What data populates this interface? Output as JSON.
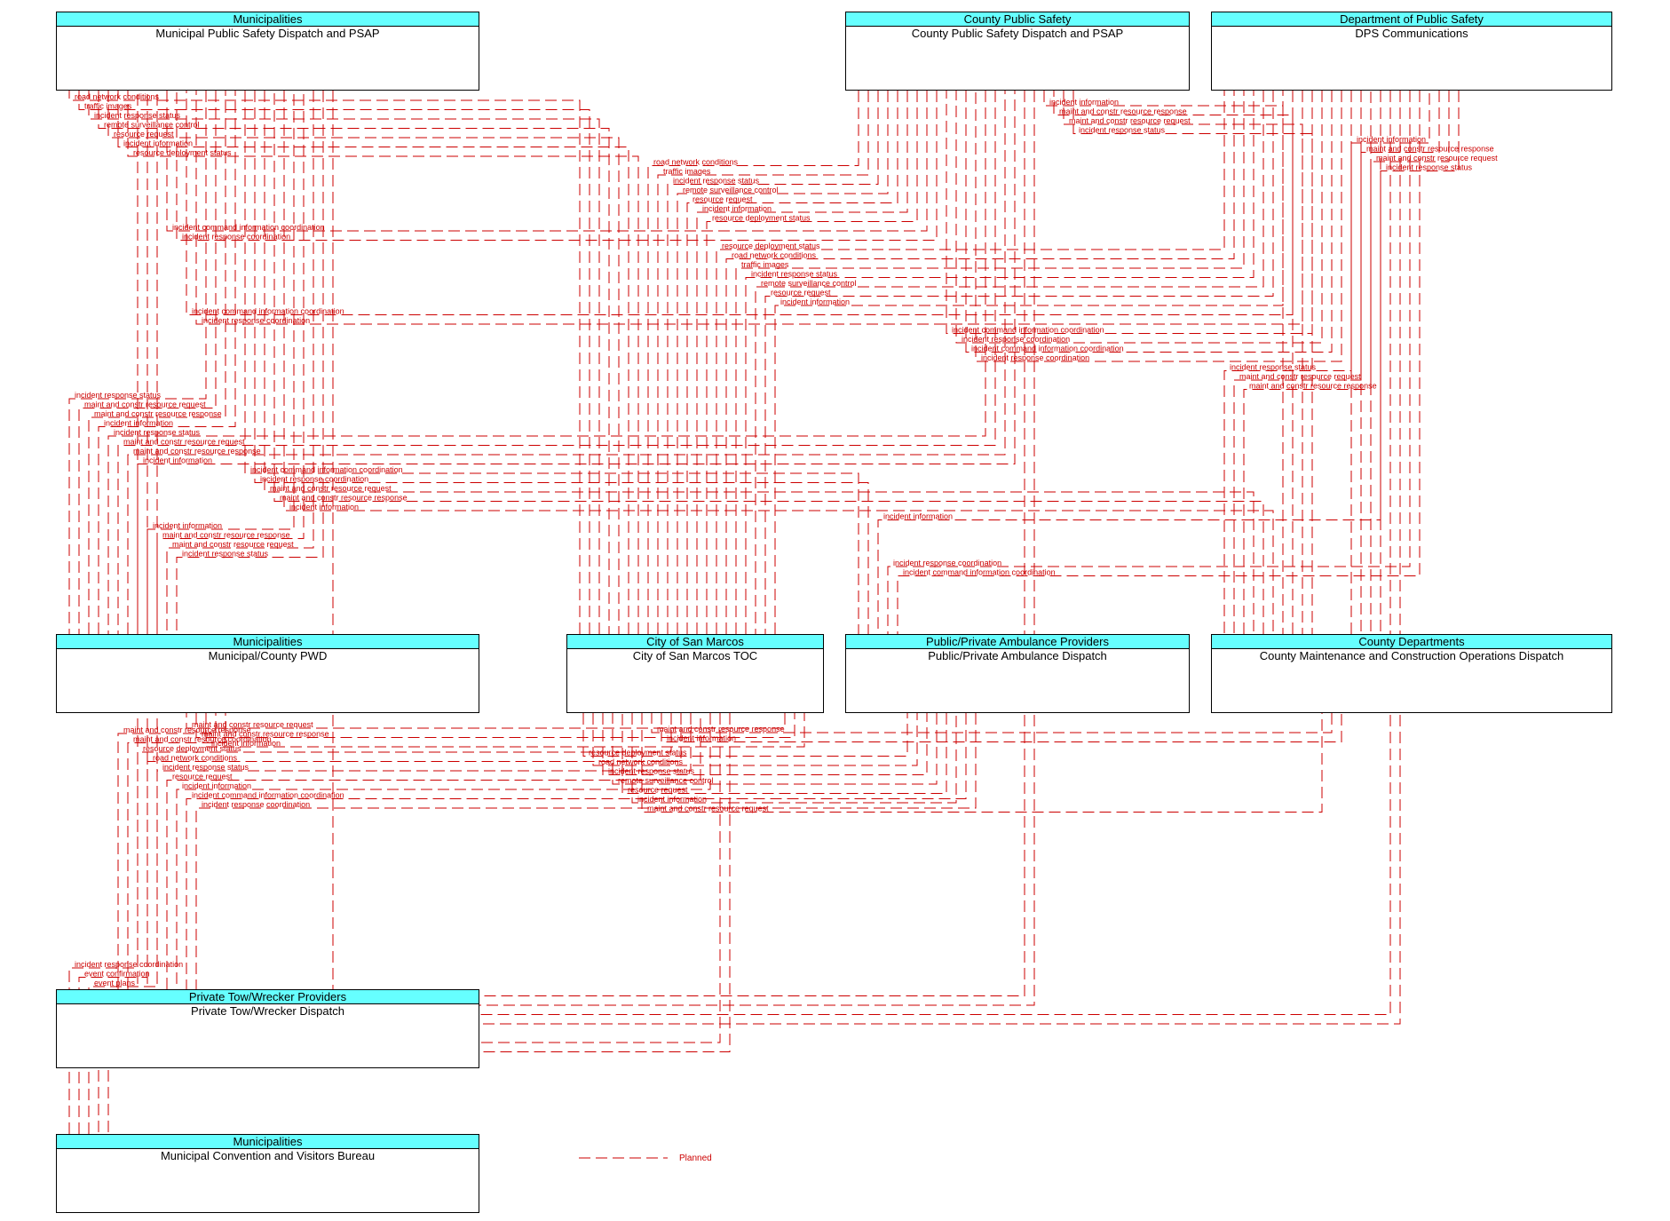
{
  "elements": [
    {
      "id": "psap_muni",
      "owner": "Municipalities",
      "name": "Municipal Public Safety Dispatch and PSAP"
    },
    {
      "id": "psap_county",
      "owner": "County Public Safety",
      "name": "County Public Safety Dispatch and PSAP"
    },
    {
      "id": "dps",
      "owner": "Department of Public Safety",
      "name": "DPS Communications"
    },
    {
      "id": "pwd",
      "owner": "Municipalities",
      "name": "Municipal/County PWD"
    },
    {
      "id": "toc",
      "owner": "City of San Marcos",
      "name": "City of San Marcos TOC"
    },
    {
      "id": "ambulance",
      "owner": "Public/Private Ambulance Providers",
      "name": "Public/Private Ambulance Dispatch"
    },
    {
      "id": "county_maint",
      "owner": "County Departments",
      "name": "County Maintenance and Construction Operations Dispatch"
    },
    {
      "id": "tow",
      "owner": "Private Tow/Wrecker Providers",
      "name": "Private Tow/Wrecker Dispatch"
    },
    {
      "id": "cvb",
      "owner": "Municipalities",
      "name": "Municipal Convention and Visitors Bureau"
    }
  ],
  "flows": [
    {
      "from": "toc",
      "to": "psap_muni",
      "label": "road network conditions"
    },
    {
      "from": "toc",
      "to": "psap_muni",
      "label": "traffic images"
    },
    {
      "from": "toc",
      "to": "psap_muni",
      "label": "incident response status"
    },
    {
      "from": "psap_muni",
      "to": "toc",
      "label": "remote surveillance control"
    },
    {
      "from": "psap_muni",
      "to": "toc",
      "label": "resource request"
    },
    {
      "from": "toc",
      "to": "psap_muni",
      "label": "incident information"
    },
    {
      "from": "toc",
      "to": "psap_muni",
      "label": "resource deployment status"
    },
    {
      "from": "cvb",
      "to": "psap_muni",
      "label": "incident response coordination"
    },
    {
      "from": "cvb",
      "to": "psap_muni",
      "label": "event confirmation"
    },
    {
      "from": "cvb",
      "to": "psap_muni",
      "label": "event plans"
    },
    {
      "from": "toc",
      "to": "psap_county",
      "label": "road network conditions"
    },
    {
      "from": "toc",
      "to": "psap_county",
      "label": "traffic images"
    },
    {
      "from": "toc",
      "to": "psap_county",
      "label": "incident response status"
    },
    {
      "from": "psap_county",
      "to": "toc",
      "label": "remote surveillance control"
    },
    {
      "from": "psap_county",
      "to": "toc",
      "label": "resource request"
    },
    {
      "from": "toc",
      "to": "psap_county",
      "label": "incident information"
    },
    {
      "from": "toc",
      "to": "psap_county",
      "label": "resource deployment status"
    },
    {
      "from": "psap_county",
      "to": "psap_muni",
      "label": "incident command information coordination"
    },
    {
      "from": "psap_county",
      "to": "psap_muni",
      "label": "incident response coordination"
    },
    {
      "from": "toc",
      "to": "dps",
      "label": "resource deployment status"
    },
    {
      "from": "toc",
      "to": "dps",
      "label": "road network conditions"
    },
    {
      "from": "toc",
      "to": "dps",
      "label": "traffic images"
    },
    {
      "from": "toc",
      "to": "dps",
      "label": "incident response status"
    },
    {
      "from": "dps",
      "to": "toc",
      "label": "remote surveillance control"
    },
    {
      "from": "dps",
      "to": "toc",
      "label": "resource request"
    },
    {
      "from": "toc",
      "to": "dps",
      "label": "incident information"
    },
    {
      "from": "dps",
      "to": "psap_muni",
      "label": "incident command information coordination"
    },
    {
      "from": "dps",
      "to": "psap_muni",
      "label": "incident response coordination"
    },
    {
      "from": "dps",
      "to": "psap_county",
      "label": "incident command information coordination"
    },
    {
      "from": "dps",
      "to": "psap_county",
      "label": "incident response coordination"
    },
    {
      "from": "dps",
      "to": "psap_county",
      "label": "incident command information coordination"
    },
    {
      "from": "dps",
      "to": "psap_county",
      "label": "incident response coordination"
    },
    {
      "from": "dps",
      "to": "county_maint",
      "label": "incident response status"
    },
    {
      "from": "dps",
      "to": "county_maint",
      "label": "maint and constr resource request"
    },
    {
      "from": "county_maint",
      "to": "dps",
      "label": "maint and constr resource response"
    },
    {
      "from": "psap_muni",
      "to": "pwd",
      "label": "incident response status"
    },
    {
      "from": "psap_muni",
      "to": "pwd",
      "label": "maint and constr resource request"
    },
    {
      "from": "pwd",
      "to": "psap_muni",
      "label": "maint and constr resource response"
    },
    {
      "from": "pwd",
      "to": "psap_muni",
      "label": "incident information"
    },
    {
      "from": "psap_county",
      "to": "pwd",
      "label": "incident response status"
    },
    {
      "from": "psap_county",
      "to": "pwd",
      "label": "maint and constr resource request"
    },
    {
      "from": "pwd",
      "to": "psap_county",
      "label": "maint and constr resource response"
    },
    {
      "from": "pwd",
      "to": "psap_county",
      "label": "incident information"
    },
    {
      "from": "psap_muni",
      "to": "ambulance",
      "label": "incident command information coordination"
    },
    {
      "from": "psap_muni",
      "to": "ambulance",
      "label": "incident response coordination"
    },
    {
      "from": "psap_muni",
      "to": "county_maint",
      "label": "maint and constr resource request"
    },
    {
      "from": "county_maint",
      "to": "psap_muni",
      "label": "maint and constr resource response"
    },
    {
      "from": "psap_muni",
      "to": "county_maint",
      "label": "incident information"
    },
    {
      "from": "dps",
      "to": "ambulance",
      "label": "incident information"
    },
    {
      "from": "psap_county",
      "to": "tow",
      "label": "incident command information coordination"
    },
    {
      "from": "psap_county",
      "to": "tow",
      "label": "incident response coordination"
    },
    {
      "from": "dps",
      "to": "tow",
      "label": "incident command information coordination"
    },
    {
      "from": "dps",
      "to": "tow",
      "label": "incident response coordination"
    },
    {
      "from": "pwd",
      "to": "psap_muni",
      "label": "incident information"
    },
    {
      "from": "pwd",
      "to": "psap_muni",
      "label": "maint and constr resource response"
    },
    {
      "from": "psap_muni",
      "to": "pwd",
      "label": "maint and constr resource request"
    },
    {
      "from": "psap_muni",
      "to": "pwd",
      "label": "incident response status"
    },
    {
      "from": "dps",
      "to": "ambulance",
      "label": "incident response coordination"
    },
    {
      "from": "dps",
      "to": "ambulance",
      "label": "incident command information coordination"
    },
    {
      "from": "psap_county",
      "to": "county_maint",
      "label": "incident information"
    },
    {
      "from": "county_maint",
      "to": "psap_county",
      "label": "maint and constr resource response"
    },
    {
      "from": "psap_county",
      "to": "county_maint",
      "label": "maint and constr resource request"
    },
    {
      "from": "psap_county",
      "to": "county_maint",
      "label": "incident response status"
    },
    {
      "from": "toc",
      "to": "pwd",
      "label": "maint and constr resource request"
    },
    {
      "from": "pwd",
      "to": "toc",
      "label": "maint and constr resource response"
    },
    {
      "from": "pwd",
      "to": "toc",
      "label": "incident information"
    },
    {
      "from": "psap_muni",
      "to": "tow",
      "label": "incident command information coordination"
    },
    {
      "from": "toc",
      "to": "ambulance",
      "label": "resource deployment status"
    },
    {
      "from": "toc",
      "to": "ambulance",
      "label": "road network conditions"
    },
    {
      "from": "toc",
      "to": "ambulance",
      "label": "incident response status"
    },
    {
      "from": "ambulance",
      "to": "toc",
      "label": "remote surveillance control"
    },
    {
      "from": "ambulance",
      "to": "toc",
      "label": "resource request"
    },
    {
      "from": "toc",
      "to": "ambulance",
      "label": "incident information"
    },
    {
      "from": "tow",
      "to": "pwd",
      "label": "maint and constr resource response"
    },
    {
      "from": "toc",
      "to": "county_maint",
      "label": "maint and constr resource request"
    },
    {
      "from": "county_maint",
      "to": "toc",
      "label": "maint and constr resource response"
    },
    {
      "from": "toc",
      "to": "county_maint",
      "label": "incident information"
    },
    {
      "from": "tow",
      "to": "pwd",
      "label": "maint and constr resource coordination"
    },
    {
      "from": "toc",
      "to": "tow",
      "label": "resource deployment status"
    },
    {
      "from": "toc",
      "to": "tow",
      "label": "road network conditions"
    },
    {
      "from": "toc",
      "to": "tow",
      "label": "incident response status"
    },
    {
      "from": "tow",
      "to": "toc",
      "label": "resource request"
    },
    {
      "from": "toc",
      "to": "tow",
      "label": "incident information"
    },
    {
      "from": "ambulance",
      "to": "tow",
      "label": "incident command information coordination"
    },
    {
      "from": "ambulance",
      "to": "tow",
      "label": "incident response coordination"
    },
    {
      "from": "toc",
      "to": "cvb",
      "label": "event confirmation"
    },
    {
      "from": "toc",
      "to": "cvb",
      "label": "event plans"
    },
    {
      "from": "county_maint",
      "to": "dps",
      "label": "incident information"
    },
    {
      "from": "dps",
      "to": "county_maint",
      "label": "maint and constr resource response"
    },
    {
      "from": "dps",
      "to": "county_maint",
      "label": "maint and constr resource request"
    },
    {
      "from": "dps",
      "to": "county_maint",
      "label": "incident response status"
    }
  ],
  "legend": {
    "label": "Planned"
  }
}
